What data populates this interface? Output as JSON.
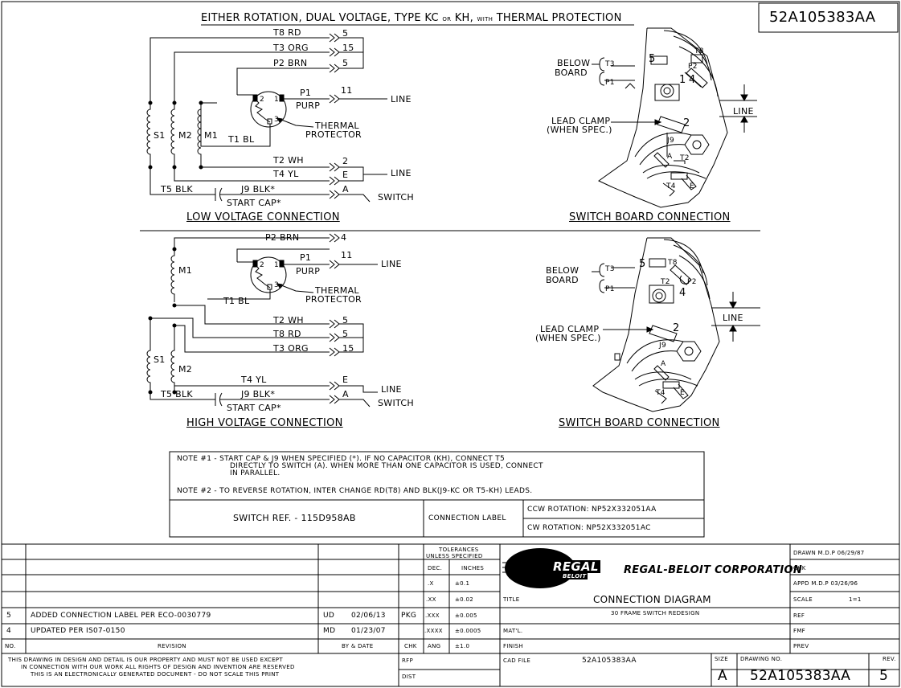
{
  "title": "EITHER ROTATION, DUAL VOLTAGE, TYPE KC OR KH, WITH THERMAL PROTECTION",
  "title_parts": {
    "a": "EITHER ROTATION, DUAL VOLTAGE, TYPE KC",
    "or": "OR",
    "b": "KH,",
    "with": "WITH",
    "c": "THERMAL PROTECTION"
  },
  "part_number": "52A105383AA",
  "low": {
    "heading": "LOW VOLTAGE CONNECTION",
    "leads": {
      "t8": "T8 RD",
      "t3": "T3 ORG",
      "p2": "P2 BRN",
      "p1": "P1",
      "purp": "PURP",
      "t1": "T1 BL",
      "t2": "T2 WH",
      "t4": "T4 YL",
      "t5": "T5 BLK",
      "j9": "J9 BLK*",
      "cap": "START CAP*"
    },
    "terms": {
      "t8": "5",
      "t3": "15",
      "p2": "5",
      "p1": "11",
      "t2": "2",
      "t4": "E",
      "j9": "A"
    },
    "windings": {
      "s1": "S1",
      "m2": "M2",
      "m1": "M1"
    },
    "tp_pins": {
      "p1": "1",
      "p2": "2",
      "p3": "3"
    },
    "thermal": [
      "THERMAL",
      "PROTECTOR"
    ],
    "line1": "LINE",
    "line2": "LINE",
    "switch": "SWITCH"
  },
  "high": {
    "heading": "HIGH VOLTAGE CONNECTION",
    "leads": {
      "p2": "P2 BRN",
      "p1": "P1",
      "purp": "PURP",
      "t1": "T1 BL",
      "t2": "T2 WH",
      "t8": "T8 RD",
      "t3": "T3 ORG",
      "t4": "T4 YL",
      "t5": "T5 BLK",
      "j9": "J9 BLK*",
      "cap": "START CAP*"
    },
    "terms": {
      "p2": "4",
      "p1": "11",
      "t2": "5",
      "t8": "5",
      "t3": "15",
      "t4": "E",
      "j9": "A"
    },
    "windings": {
      "m1": "M1",
      "s1": "S1",
      "m2": "M2"
    },
    "tp_pins": {
      "p1": "1",
      "p2": "2",
      "p3": "3"
    },
    "thermal": [
      "THERMAL",
      "PROTECTOR"
    ],
    "line1": "LINE",
    "line2": "LINE",
    "switch": "SWITCH"
  },
  "board1": {
    "heading": "SWITCH BOARD CONNECTION",
    "below_board": [
      "BELOW",
      "BOARD"
    ],
    "lead_clamp": [
      "LEAD CLAMP",
      "(WHEN SPEC.)"
    ],
    "line": "LINE",
    "labels": {
      "t3": "T3",
      "p1": "P1",
      "t8": "T8",
      "p2": "P2",
      "n5": "5",
      "n1": "1",
      "n4": "4",
      "n2": "2",
      "j9": "J9",
      "a": "A",
      "t2": "T2",
      "t4": "T4",
      "e": "E"
    }
  },
  "board2": {
    "heading": "SWITCH BOARD CONNECTION",
    "below_board": [
      "BELOW",
      "BOARD"
    ],
    "lead_clamp": [
      "LEAD CLAMP",
      "(WHEN SPEC.)"
    ],
    "line": "LINE",
    "labels": {
      "t3": "T3",
      "p1": "P1",
      "t8": "T8",
      "t2": "T2",
      "p2": "P2",
      "n5": "5",
      "n4": "4",
      "n2": "2",
      "j9": "J9",
      "a": "A",
      "t4": "T4",
      "e": "E"
    }
  },
  "notes": {
    "n1": [
      "NOTE #1 - START CAP & J9 WHEN SPECIFIED (*). IF NO CAPACITOR (KH), CONNECT T5",
      "DIRECTLY TO SWITCH (A). WHEN MORE THAN ONE CAPACITOR IS USED, CONNECT",
      "IN PARALLEL."
    ],
    "n2": "NOTE #2 - TO REVERSE ROTATION, INTER    CHANGE RD(T8) AND BLK(J9-KC OR T5-KH) LEADS.",
    "switch_ref": "SWITCH REF. - 115D958AB",
    "connection_label": "CONNECTION LABEL",
    "ccw": "CCW ROTATION:   NP52X332051AA",
    "cw": "CW ROTATION:   NP52X332051AC"
  },
  "titleblock": {
    "revisions": [
      {
        "no": "5",
        "text": "ADDED CONNECTION LABEL PER ECO-0030779",
        "by": "UD",
        "date": "02/06/13",
        "chk": "PKG"
      },
      {
        "no": "4",
        "text": "UPDATED PER IS07-0150",
        "by": "MD",
        "date": "01/23/07",
        "chk": ""
      }
    ],
    "rev_header": {
      "no": "NO.",
      "revision": "REVISION",
      "by_date": "BY & DATE",
      "chk": "CHK"
    },
    "tolerances": {
      "head1": "TOLERANCES",
      "head2": "UNLESS SPECIFIED",
      "dec": "DEC.",
      "inches": "INCHES",
      "rows": [
        [
          ".X",
          "±0.1"
        ],
        [
          ".XX",
          "±0.02"
        ],
        [
          ".XXX",
          "±0.005"
        ],
        [
          ".XXXX",
          "±0.0005"
        ],
        [
          "ANG",
          "±1.0"
        ]
      ]
    },
    "logo": "REGAL",
    "logo_sub": "BELOIT",
    "company": "REGAL-BELOIT CORPORATION",
    "title_label": "TITLE",
    "title": "CONNECTION DIAGRAM",
    "subtitle": "30 FRAME SWITCH REDESIGN",
    "matl": "MAT'L.",
    "finish": "FINISH",
    "cad_file_label": "CAD FILE",
    "cad_file": "52A105383AA",
    "rfp": "RFP",
    "dist": "DIST",
    "size_label": "SIZE",
    "size": "A",
    "drawing_no_label": "DRAWING NO.",
    "drawing_no": "52A105383AA",
    "rev_label": "REV.",
    "rev": "5",
    "drawn": "DRAWN  M.D.P  06/29/87",
    "chk": "CHK",
    "appd": "APPD  M.D.P  03/26/96",
    "scale": "SCALE",
    "scale_val": "1=1",
    "ref": "REF",
    "fmf": "FMF",
    "prev": "PREV",
    "disclaimer": [
      "THIS DRAWING IN DESIGN AND DETAIL IS OUR PROPERTY AND MUST NOT BE USED EXCEPT",
      "IN CONNECTION WITH OUR WORK ALL RIGHTS OF DESIGN AND INVENTION ARE RESERVED",
      "THIS IS AN ELECTRONICALLY GENERATED DOCUMENT - DO NOT SCALE THIS PRINT"
    ]
  }
}
